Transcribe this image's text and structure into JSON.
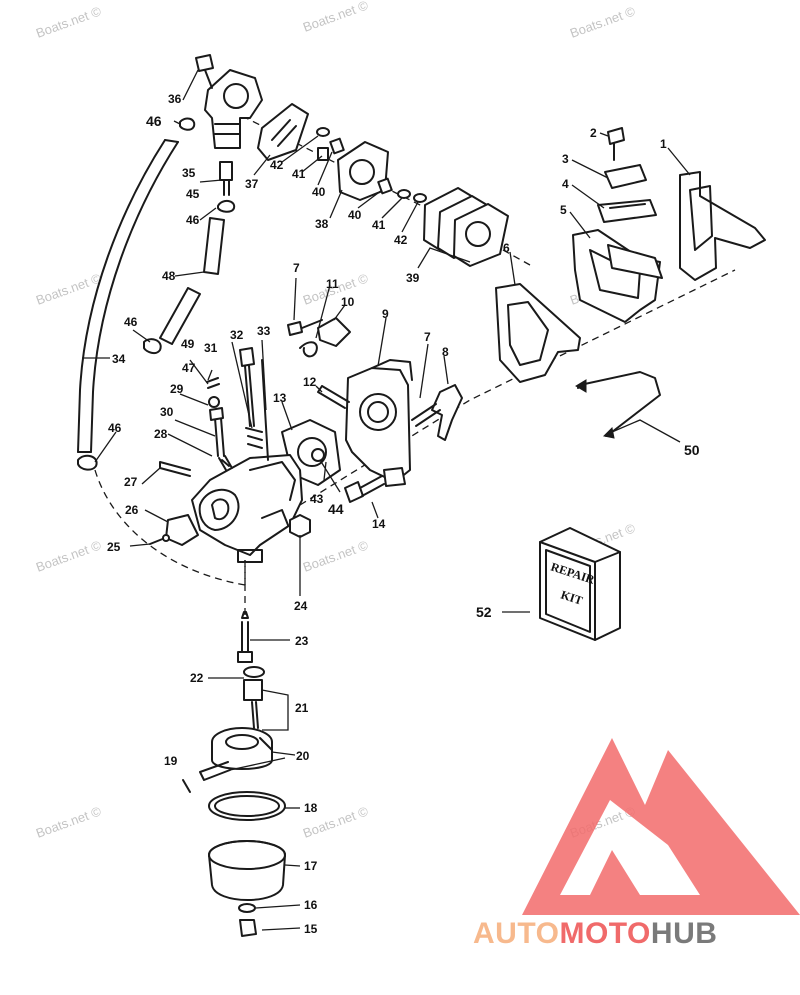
{
  "watermark": "Boats.net ©",
  "kit": {
    "line1": "REPAIR",
    "line2": "KIT"
  },
  "brand": {
    "part1": "AUTO",
    "part2": "MOTO",
    "part3": "HUB",
    "color1": "#f7b98d",
    "color2": "#f06a6a",
    "color3": "#7a7a7a",
    "logo_color": "#f26b6b"
  },
  "callouts": {
    "c1": "1",
    "c2": "2",
    "c3": "3",
    "c4": "4",
    "c5": "5",
    "c6": "6",
    "c7a": "7",
    "c7b": "7",
    "c8": "8",
    "c9": "9",
    "c10": "10",
    "c11": "11",
    "c12": "12",
    "c13": "13",
    "c14": "14",
    "c15": "15",
    "c16": "16",
    "c17": "17",
    "c18": "18",
    "c19": "19",
    "c20": "20",
    "c21": "21",
    "c22": "22",
    "c23": "23",
    "c24": "24",
    "c25": "25",
    "c26": "26",
    "c27": "27",
    "c28": "28",
    "c29": "29",
    "c30": "30",
    "c31": "31",
    "c32": "32",
    "c33": "33",
    "c34": "34",
    "c35": "35",
    "c36": "36",
    "c37": "37",
    "c38": "38",
    "c39": "39",
    "c40a": "40",
    "c40b": "40",
    "c41a": "41",
    "c41b": "41",
    "c42a": "42",
    "c42b": "42",
    "c43": "43",
    "c44": "44",
    "c45": "45",
    "c46a": "46",
    "c46b": "46",
    "c46c": "46",
    "c46d": "46",
    "c47": "47",
    "c48": "48",
    "c49": "49",
    "c50": "50",
    "c52": "52"
  }
}
